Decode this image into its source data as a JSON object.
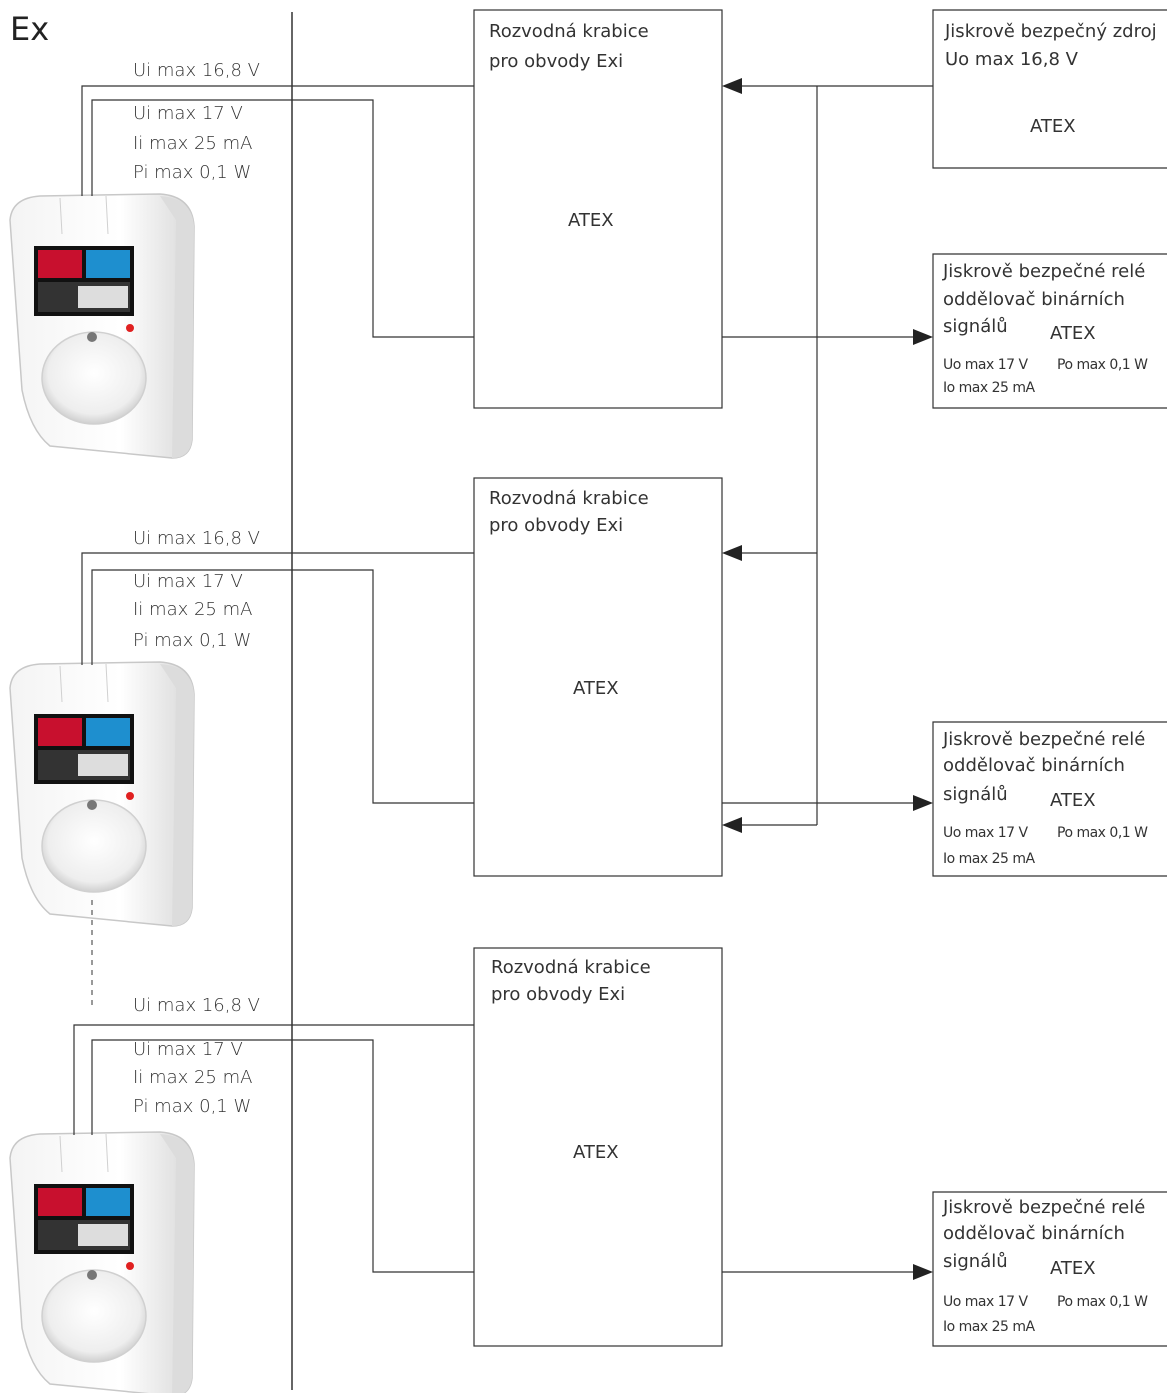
{
  "page_label": "Ex",
  "device_labels": {
    "ui_supply": "Ui max  16,8 V",
    "ui": "Ui max  17 V",
    "ii": "Ii   max  25 mA",
    "pi": "Pi max  0,1 W"
  },
  "junction_box": {
    "line1": "Rozvodná krabice",
    "line2": "pro obvody Exi",
    "atex": "ATEX"
  },
  "source": {
    "line1": "Jiskrově bezpečný zdroj",
    "line2": "Uo max  16,8 V",
    "atex": "ATEX"
  },
  "relay": {
    "line1": "Jiskrově bezpečné relé",
    "line2": "oddělovač binárních",
    "line3": "signálů",
    "atex": "ATEX",
    "uo": "Uo max 17 V",
    "po": "Po max 0,1 W",
    "io": "Io  max 25 mA"
  }
}
